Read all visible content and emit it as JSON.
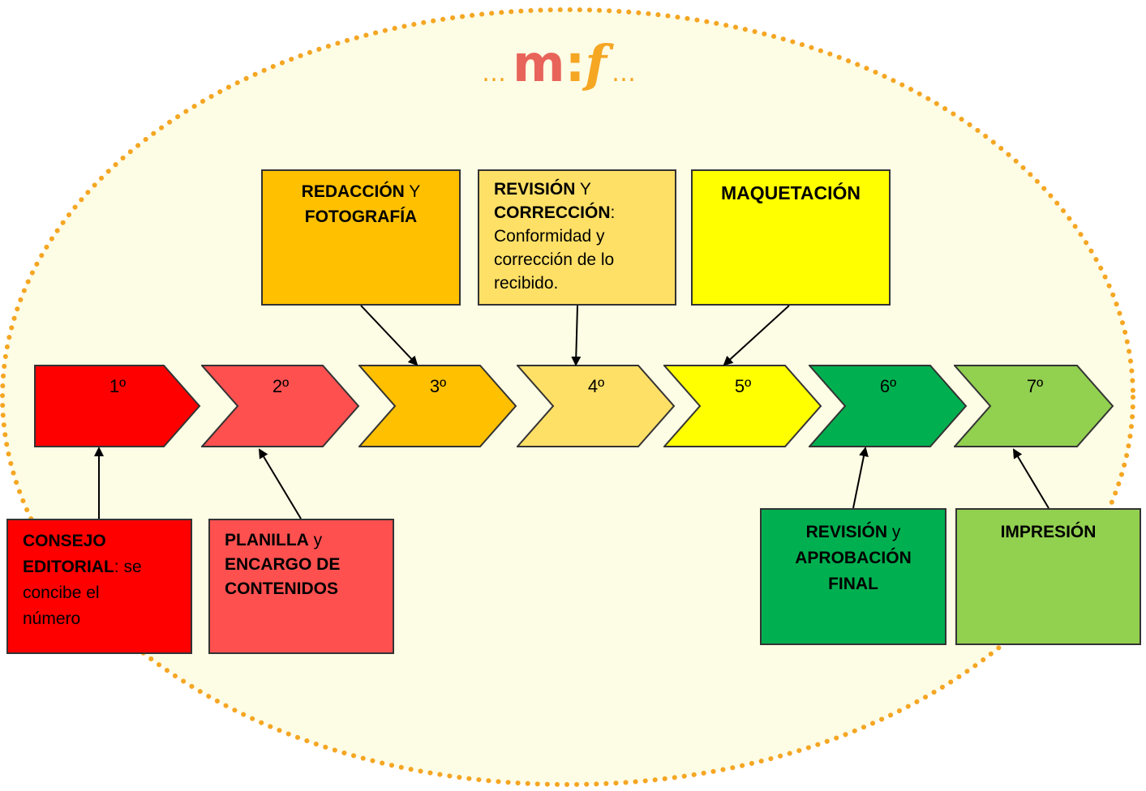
{
  "logo": {
    "lead": "…",
    "m": "m",
    "colon": ":",
    "f": "f",
    "trail": "…"
  },
  "colors": {
    "ellipse_fill": "#fdfce5",
    "ellipse_dots": "#f5a623",
    "step1": "#ff0000",
    "step2": "#ff5050",
    "step3": "#ffc000",
    "step4": "#ffe066",
    "step5": "#ffff00",
    "step6": "#00b050",
    "step7": "#92d050"
  },
  "steps": [
    {
      "label": "1º"
    },
    {
      "label": "2º"
    },
    {
      "label": "3º"
    },
    {
      "label": "4º"
    },
    {
      "label": "5º"
    },
    {
      "label": "6º"
    },
    {
      "label": "7º"
    }
  ],
  "boxes": {
    "redaccion": {
      "bold1": "REDACCIÓN",
      "rest1": " Y",
      "bold2": "FOTOGRAFÍA"
    },
    "revision": {
      "bold1": "REVISIÓN",
      "rest1": " Y",
      "bold2": "CORRECCIÓN",
      "rest2": ":",
      "line3": "Conformidad  y",
      "line4": "corrección de lo",
      "line5": "recibido."
    },
    "maquetacion": {
      "bold1": "MAQUETACIÓN"
    },
    "consejo": {
      "bold1": "CONSEJO",
      "bold2": "EDITORIAL",
      "rest2": ": se",
      "line3": "concibe el",
      "line4": "número"
    },
    "planilla": {
      "bold1": "PLANILLA",
      "rest1": " y",
      "bold2": "ENCARGO DE",
      "bold3": "CONTENIDOS"
    },
    "aprobacion": {
      "bold1": "REVISIÓN",
      "rest1": "  y",
      "bold2": "APROBACIÓN",
      "bold3": "FINAL"
    },
    "impresion": {
      "bold1": "IMPRESIÓN"
    }
  }
}
